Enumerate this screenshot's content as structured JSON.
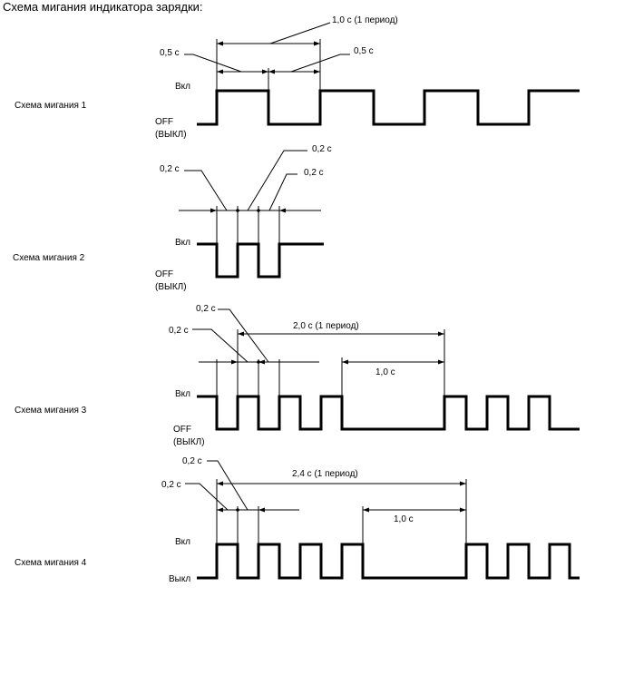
{
  "title": "Схема мигания индикатора зарядки:",
  "levels": {
    "on": "Вкл",
    "off": "OFF",
    "off_ru": "(ВЫКЛ)",
    "off_short": "Выкл"
  },
  "patterns": [
    {
      "name": "Схема мигания 1",
      "labels": {
        "period": "1,0 с (1 период)",
        "on_time": "0,5 с",
        "off_time": "0,5 с"
      }
    },
    {
      "name": "Схема мигания 2",
      "labels": {
        "first": "0,2 с",
        "second": "0,2 с",
        "third": "0,2 с"
      }
    },
    {
      "name": "Схема мигания 3",
      "labels": {
        "first": "0,2 с",
        "second": "0,2 с",
        "period": "2,0 с (1 период)",
        "gap": "1,0 с"
      }
    },
    {
      "name": "Схема мигания 4",
      "labels": {
        "first": "0,2 с",
        "second": "0,2 с",
        "period": "2,4 с (1 период)",
        "gap": "1,0 с"
      }
    }
  ]
}
